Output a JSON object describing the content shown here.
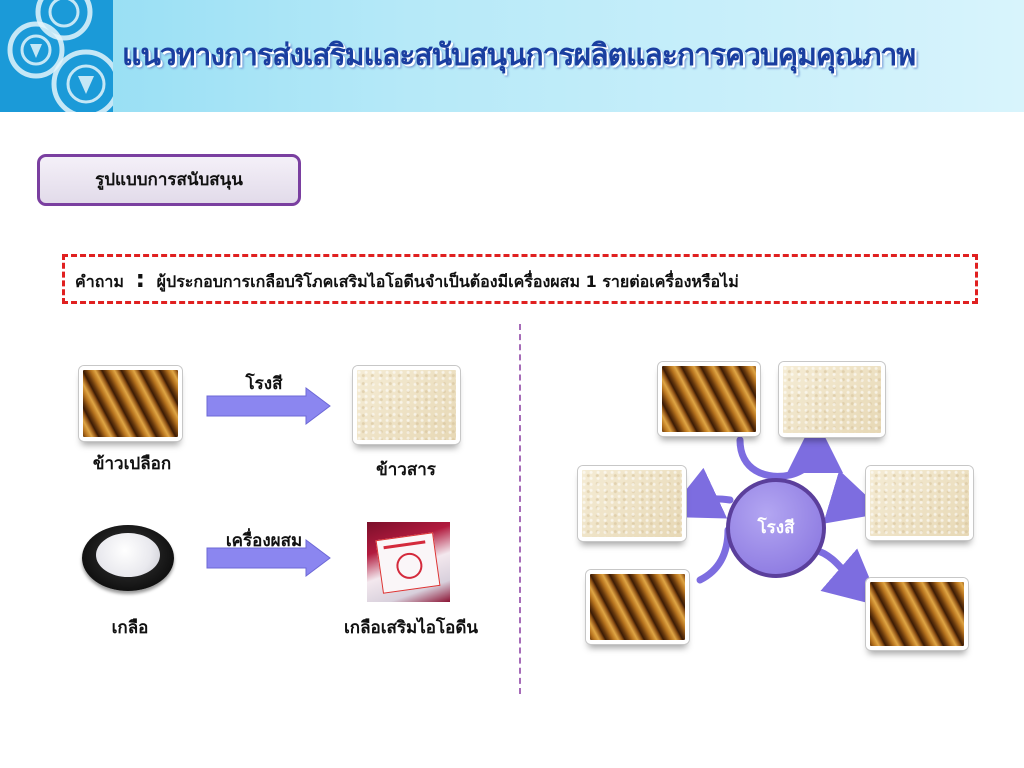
{
  "header": {
    "title": "แนวทางการส่งเสริมและสนับสนุนการผลิตและการควบคุมคุณภาพ"
  },
  "section_tag": "รูปแบบการสนับสนุน",
  "question": {
    "label": "คำถาม",
    "separator": ":",
    "text": "ผู้ประกอบการเกลือบริโภคเสริมไอโอดีนจำเป็นต้องมีเครื่องผสม 1 รายต่อเครื่องหรือไม่"
  },
  "left_flow": {
    "row1": {
      "source_label": "ข้าวเปลือก",
      "process_label": "โรงสี",
      "result_label": "ข้าวสาร"
    },
    "row2": {
      "source_label": "เกลือ",
      "process_label": "เครื่องผสม",
      "result_label": "เกลือเสริมไอโอดีน"
    }
  },
  "right_diagram": {
    "center_label": "โรงสี"
  },
  "colors": {
    "title": "#1a3ea0",
    "tag_border": "#7a3fa0",
    "question_border": "#e02020",
    "arrow_fill": "#8b86f0",
    "mill_fill": "#8470dd",
    "divider": "#a66bb8"
  },
  "icons": {
    "logo": "ministry-emblem-logo",
    "arrow": "right-arrow-icon"
  }
}
